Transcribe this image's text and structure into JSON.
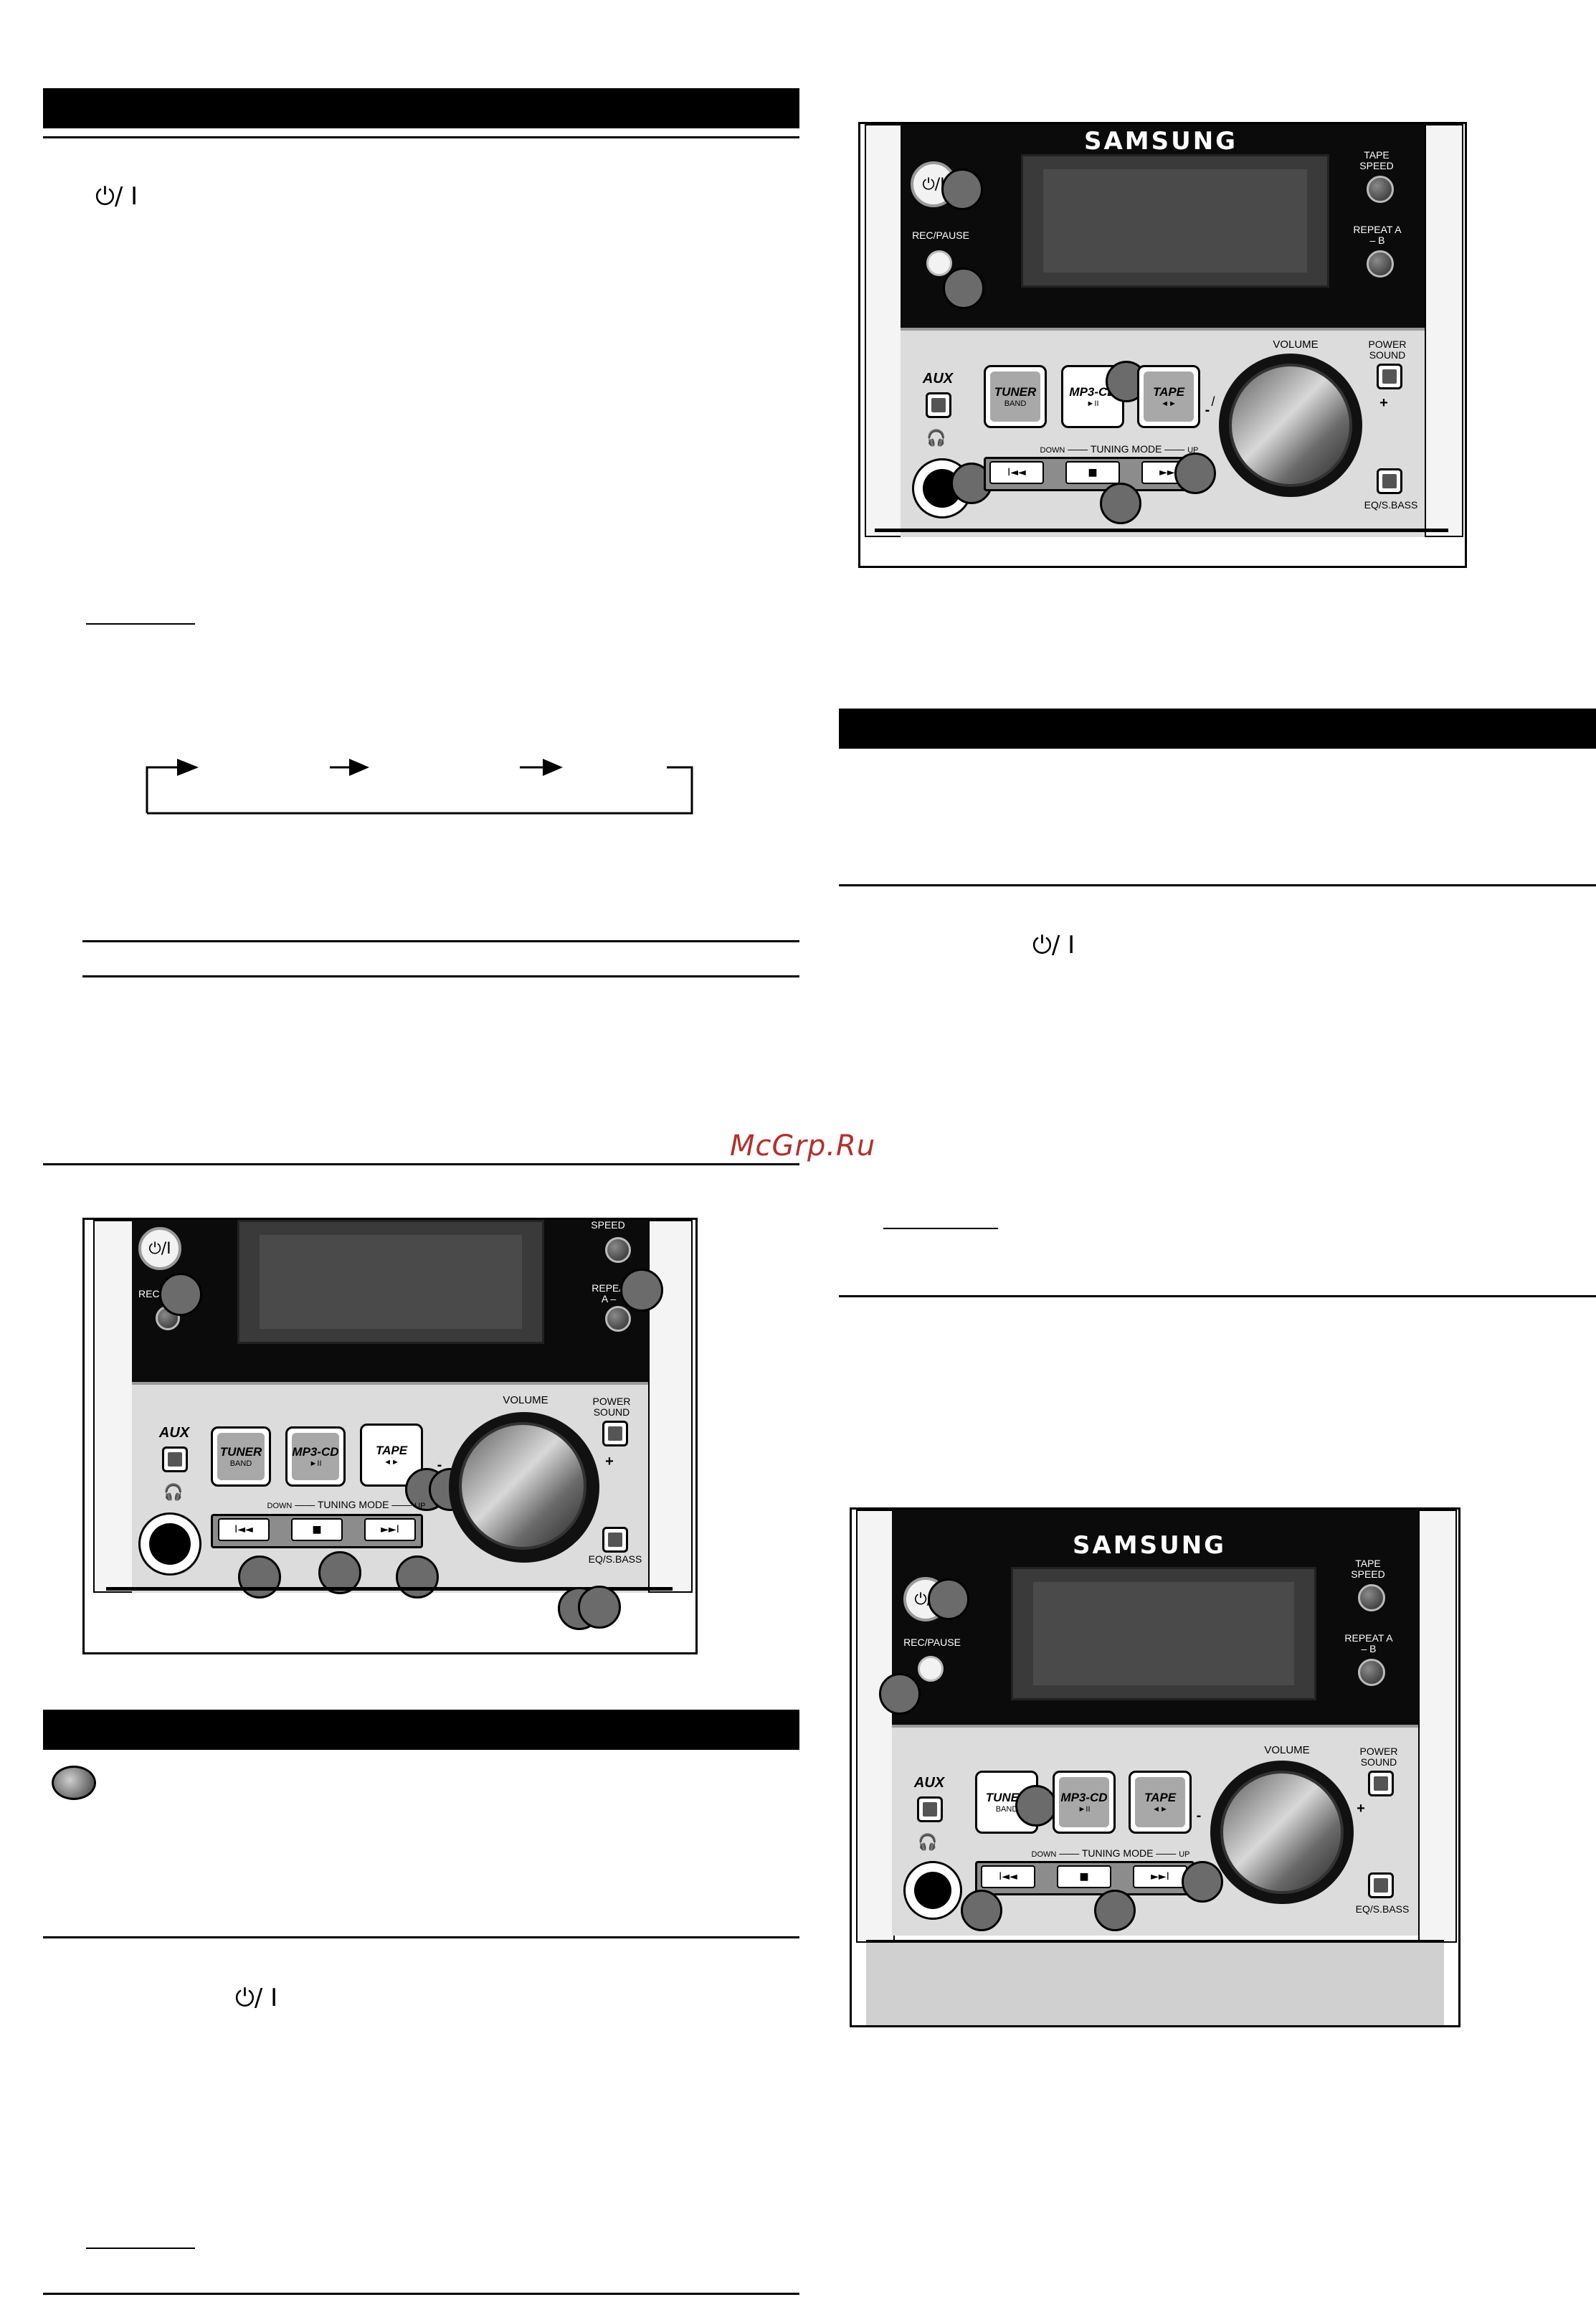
{
  "page": {
    "power_symbol": "⏻/ I",
    "watermark": "McGrp.Ru"
  },
  "devices": {
    "brand": "SAMSUNG",
    "labels": {
      "tape_speed": "TAPE SPEED",
      "speed": "SPEED",
      "repeat_ab": "REPEAT A – B",
      "repeat_partial": "REPEA A –",
      "rec_pause": "REC/PAUSE",
      "rec_partial": "REC/",
      "aux": "AUX",
      "volume": "VOLUME",
      "power_sound": "POWER SOUND",
      "eq_sbass": "EQ/S.BASS",
      "tuner": "TUNER",
      "tuner_sub": "BAND",
      "mp3cd": "MP3-CD",
      "mp3cd_sub": "►II",
      "tape": "TAPE",
      "tape_sub": "◄►",
      "tuning_down": "DOWN",
      "tuning_mode": "TUNING MODE",
      "tuning_up": "UP",
      "minus": "-",
      "plus": "+",
      "slash": "/",
      "prev_key": "I◄◄",
      "stop_key": "■",
      "next_key": "►►I",
      "power_key": "⏻/I",
      "headphone": "🎧"
    }
  }
}
